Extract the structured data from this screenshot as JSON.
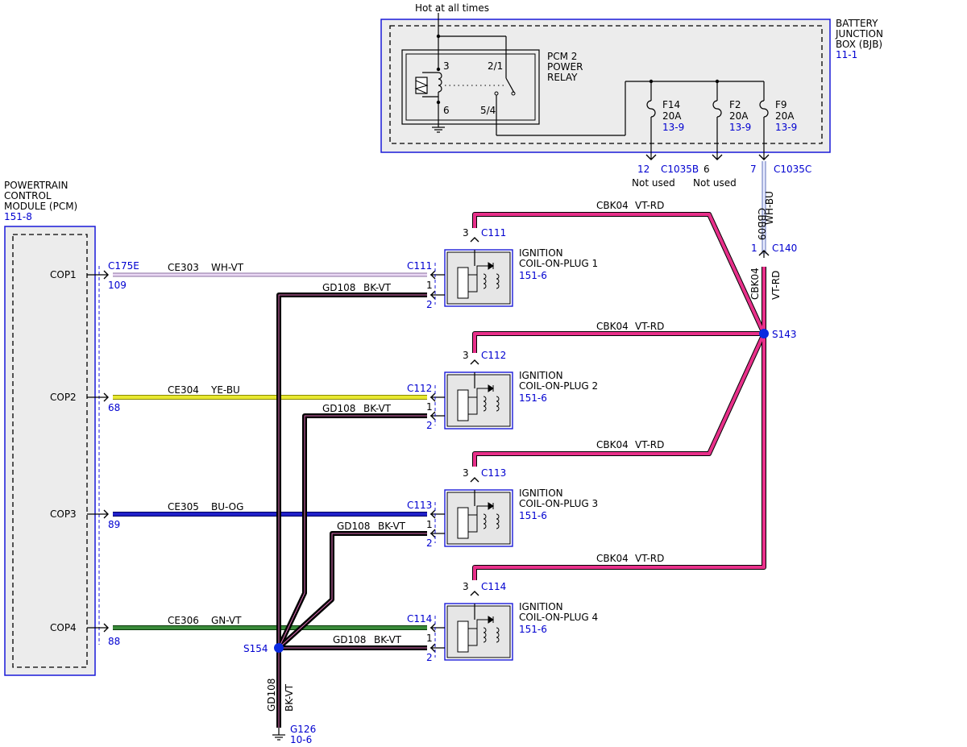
{
  "colors": {
    "vt_rd": "#e8308a",
    "wh_vt": "#d9b8ea",
    "ye_bu": "#e0e020",
    "bu_og": "#1a1ab8",
    "gn_vt": "#2a7a2a",
    "bk_vt": "#000000",
    "wh_bu": "#8aa0e8",
    "ref_blue": "#0000d0",
    "splice": "#0a2ae0"
  },
  "bjb": {
    "top_label": "Hot at all times",
    "name": [
      "BATTERY",
      "JUNCTION",
      "BOX (BJB)"
    ],
    "ref": "11-1",
    "relay": {
      "name": [
        "PCM 2",
        "POWER",
        "RELAY"
      ],
      "pins": [
        "3",
        "2/1",
        "6",
        "5/4"
      ]
    },
    "fuses": [
      {
        "id": "F14",
        "amps": "20A",
        "ref": "13-9"
      },
      {
        "id": "F2",
        "amps": "20A",
        "ref": "13-9"
      },
      {
        "id": "F9",
        "amps": "20A",
        "ref": "13-9"
      }
    ],
    "outputs": [
      {
        "pin": "12",
        "connector": "C1035B",
        "note": "Not used"
      },
      {
        "pin": "6",
        "connector": "",
        "note": "Not used"
      },
      {
        "pin": "7",
        "connector": "C1035C",
        "note": ""
      }
    ]
  },
  "pcm": {
    "name": [
      "POWERTRAIN",
      "CONTROL",
      "MODULE (PCM)"
    ],
    "ref": "151-8",
    "connector": "C175E",
    "pins": [
      {
        "label": "COP1",
        "pin": "109"
      },
      {
        "label": "COP2",
        "pin": "68"
      },
      {
        "label": "COP3",
        "pin": "89"
      },
      {
        "label": "COP4",
        "pin": "88"
      }
    ]
  },
  "coils": [
    {
      "title": [
        "IGNITION",
        "COIL-ON-PLUG 1"
      ],
      "ref": "151-6",
      "connector": "C111",
      "feed_pin": "3",
      "pins": [
        "1",
        "2"
      ],
      "signal_circuit": "CE303",
      "signal_color": "WH-VT",
      "ground_circuit": "GD108",
      "ground_color": "BK-VT",
      "feed_circuit": "CBK04",
      "feed_color": "VT-RD"
    },
    {
      "title": [
        "IGNITION",
        "COIL-ON-PLUG 2"
      ],
      "ref": "151-6",
      "connector": "C112",
      "feed_pin": "3",
      "pins": [
        "1",
        "2"
      ],
      "signal_circuit": "CE304",
      "signal_color": "YE-BU",
      "ground_circuit": "GD108",
      "ground_color": "BK-VT",
      "feed_circuit": "CBK04",
      "feed_color": "VT-RD"
    },
    {
      "title": [
        "IGNITION",
        "COIL-ON-PLUG 3"
      ],
      "ref": "151-6",
      "connector": "C113",
      "feed_pin": "3",
      "pins": [
        "1",
        "2"
      ],
      "signal_circuit": "CE305",
      "signal_color": "BU-OG",
      "ground_circuit": "GD108",
      "ground_color": "BK-VT",
      "feed_circuit": "CBK04",
      "feed_color": "VT-RD"
    },
    {
      "title": [
        "IGNITION",
        "COIL-ON-PLUG 4"
      ],
      "ref": "151-6",
      "connector": "C114",
      "feed_pin": "3",
      "pins": [
        "1",
        "2"
      ],
      "signal_circuit": "CE306",
      "signal_color": "GN-VT",
      "ground_circuit": "GD108",
      "ground_color": "BK-VT",
      "feed_circuit": "CBK04",
      "feed_color": "VT-RD"
    }
  ],
  "supply": {
    "upper_circuit": "CBB09",
    "upper_color": "WH-BU",
    "connector": "C140",
    "pin": "1",
    "lower_circuit": "CBK04",
    "lower_color": "VT-RD",
    "splice": "S143"
  },
  "ground": {
    "splice": "S154",
    "circuit": "GD108",
    "color": "BK-VT",
    "point": "G126",
    "ref": "10-6"
  }
}
